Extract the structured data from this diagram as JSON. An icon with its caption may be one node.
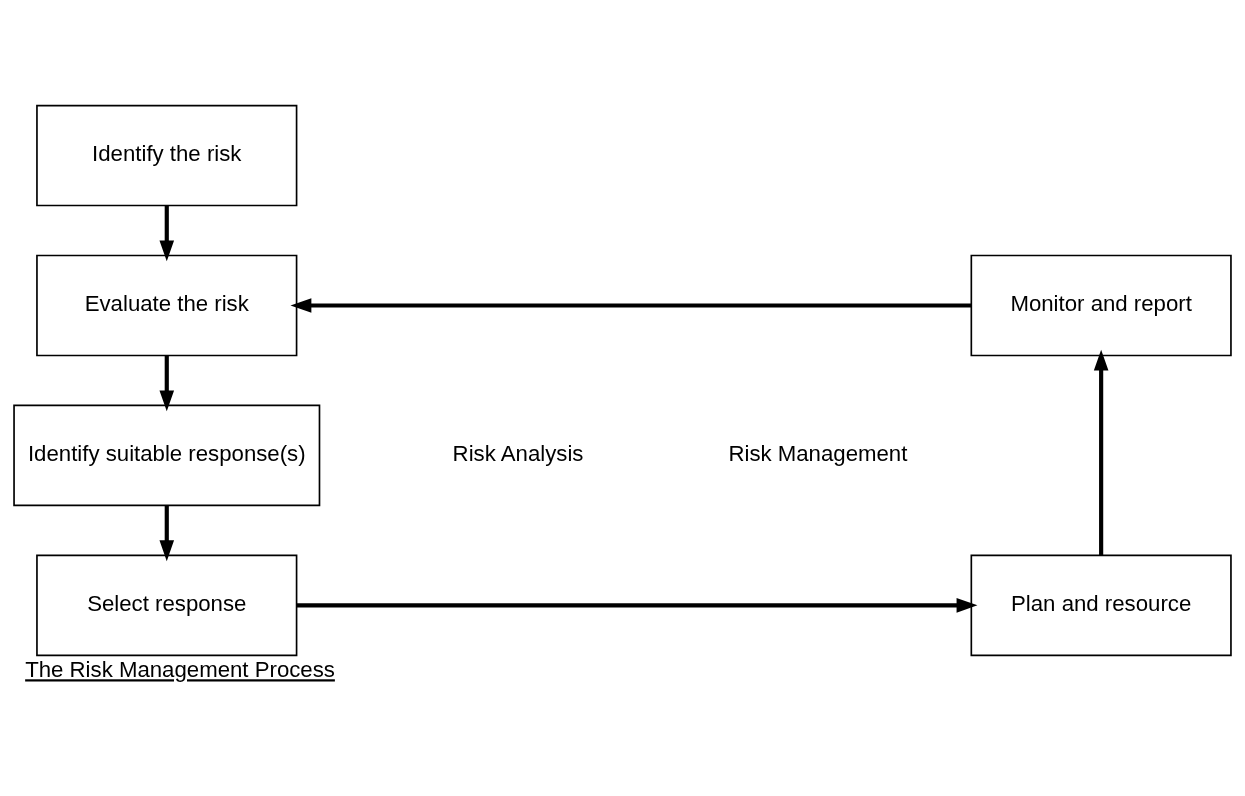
{
  "diagram": {
    "caption": "The Risk Management Process",
    "nodes": [
      {
        "text": [
          "Identify the risk"
        ]
      },
      {
        "text": [
          "Evaluate the risk"
        ]
      },
      {
        "text": [
          "Identify suitable response(s)"
        ]
      },
      {
        "text": [
          "Select response"
        ]
      },
      {
        "text": [
          "Plan and resource"
        ]
      },
      {
        "text": [
          "Monitor and report"
        ]
      }
    ],
    "edges": [
      {
        "from": 0,
        "to": 1,
        "arrow": "to"
      },
      {
        "from": 1,
        "to": 2,
        "arrow": "to"
      },
      {
        "from": 2,
        "to": 3,
        "arrow": "to"
      },
      {
        "from": 3,
        "to": 4,
        "arrow": "to"
      },
      {
        "from": 4,
        "to": 5,
        "arrow": "to"
      },
      {
        "from": 5,
        "to": 1,
        "arrow": "to"
      }
    ],
    "labels": [
      "Risk Analysis",
      "Risk Management"
    ]
  }
}
